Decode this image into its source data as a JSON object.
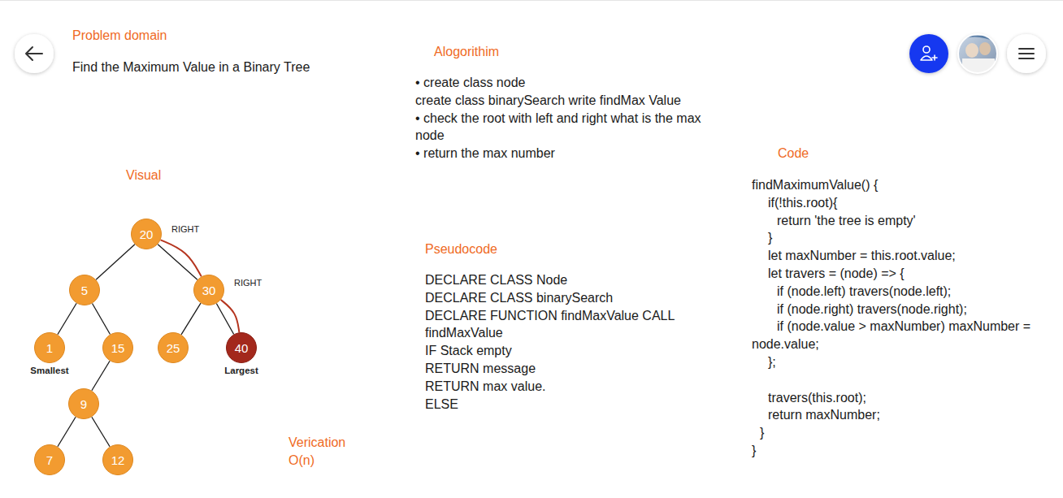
{
  "diagram": {
    "nodes": [
      {
        "text": [
          "20"
        ]
      },
      {
        "text": [
          "5"
        ]
      },
      {
        "text": [
          "30"
        ]
      },
      {
        "text": [
          "1",
          "Smallest"
        ]
      },
      {
        "text": [
          "15"
        ]
      },
      {
        "text": [
          "25"
        ]
      },
      {
        "text": [
          "40",
          "Largest"
        ]
      },
      {
        "text": [
          "9"
        ]
      },
      {
        "text": [
          "7"
        ]
      },
      {
        "text": [
          "12"
        ]
      }
    ],
    "edges": [
      {
        "from": 0,
        "to": 1,
        "arrow": "none"
      },
      {
        "from": 0,
        "to": 2,
        "arrow": "none"
      },
      {
        "from": 1,
        "to": 3,
        "arrow": "none"
      },
      {
        "from": 1,
        "to": 4,
        "arrow": "none"
      },
      {
        "from": 2,
        "to": 5,
        "arrow": "none"
      },
      {
        "from": 2,
        "to": 6,
        "arrow": "none"
      },
      {
        "from": 4,
        "to": 7,
        "arrow": "none"
      },
      {
        "from": 7,
        "to": 8,
        "arrow": "none"
      },
      {
        "from": 7,
        "to": 9,
        "arrow": "none"
      },
      {
        "from": 0,
        "to": 2,
        "label": "RIGHT",
        "arrow": "none"
      },
      {
        "from": 2,
        "to": 6,
        "label": "RIGHT",
        "arrow": "none"
      }
    ],
    "labels": [
      "Problem domain",
      "Find the Maximum Value in a Binary Tree",
      "Alogorithim",
      "• create class node",
      "create class binarySearch write findMax Value",
      "• check the root with left and right what is the max node",
      "• return the max number",
      "Code",
      "findMaximumValue() {",
      "if(!this.root){",
      "return 'the tree is empty'",
      "}",
      "let maxNumber = this.root.value;",
      "let travers = (node) => {",
      "if (node.left) travers(node.left);",
      "if (node.right) travers(node.right);",
      "if (node.value > maxNumber) maxNumber = node.value;",
      "};",
      "travers(this.root);",
      "return maxNumber;",
      "}",
      "}",
      "Visual",
      "Pseudocode",
      "DECLARE CLASS Node",
      "DECLARE CLASS binarySearch",
      "DECLARE FUNCTION findMaxValue CALL findMaxValue",
      "IF Stack empty",
      "RETURN message",
      "RETURN max value.",
      "ELSE",
      "Verication",
      "O(n)"
    ]
  }
}
